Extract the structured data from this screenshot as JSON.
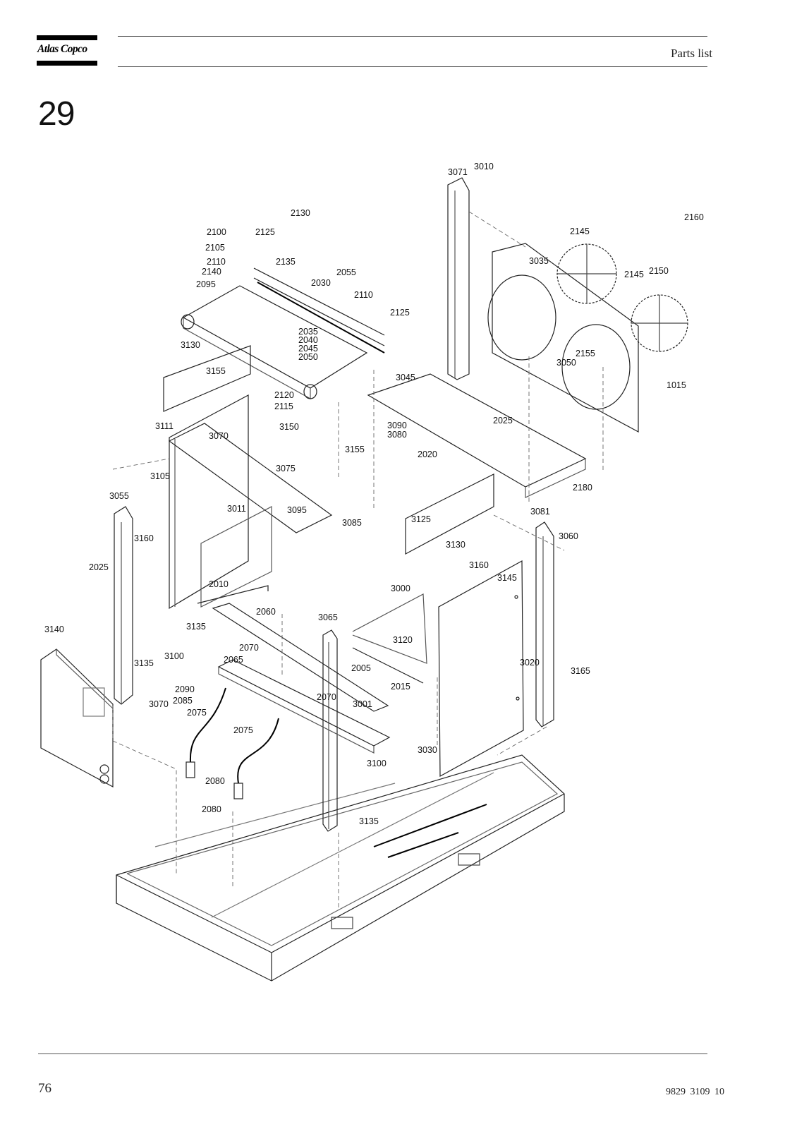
{
  "header": {
    "logo_text": "Atlas Copco",
    "title": "Parts list"
  },
  "section_number": "29",
  "drawing": {
    "callouts": [
      "3071",
      "3010",
      "2130",
      "2160",
      "2100",
      "2125",
      "2145",
      "2105",
      "2135",
      "2110",
      "3035",
      "2150",
      "2140",
      "2055",
      "2145",
      "2095",
      "2030",
      "2110",
      "2125",
      "2035",
      "2040",
      "2045",
      "2050",
      "3130",
      "2155",
      "3050",
      "3155",
      "3045",
      "2120",
      "1015",
      "2115",
      "3090",
      "3080",
      "2025",
      "3111",
      "3150",
      "3070",
      "3155",
      "2020",
      "2180",
      "3105",
      "3075",
      "3055",
      "3011",
      "3095",
      "3085",
      "3081",
      "3125",
      "3060",
      "3160",
      "3130",
      "2025",
      "3160",
      "3145",
      "2010",
      "3000",
      "2060",
      "3065",
      "3135",
      "3140",
      "3120",
      "2070",
      "3135",
      "3100",
      "2065",
      "3020",
      "2005",
      "3165",
      "2015",
      "2090",
      "2070",
      "2085",
      "3001",
      "3070",
      "2075",
      "2075",
      "3030",
      "3100",
      "2080",
      "2080",
      "3135"
    ]
  },
  "footer": {
    "page_number": "76",
    "doc_number": "9829 3109 10"
  }
}
